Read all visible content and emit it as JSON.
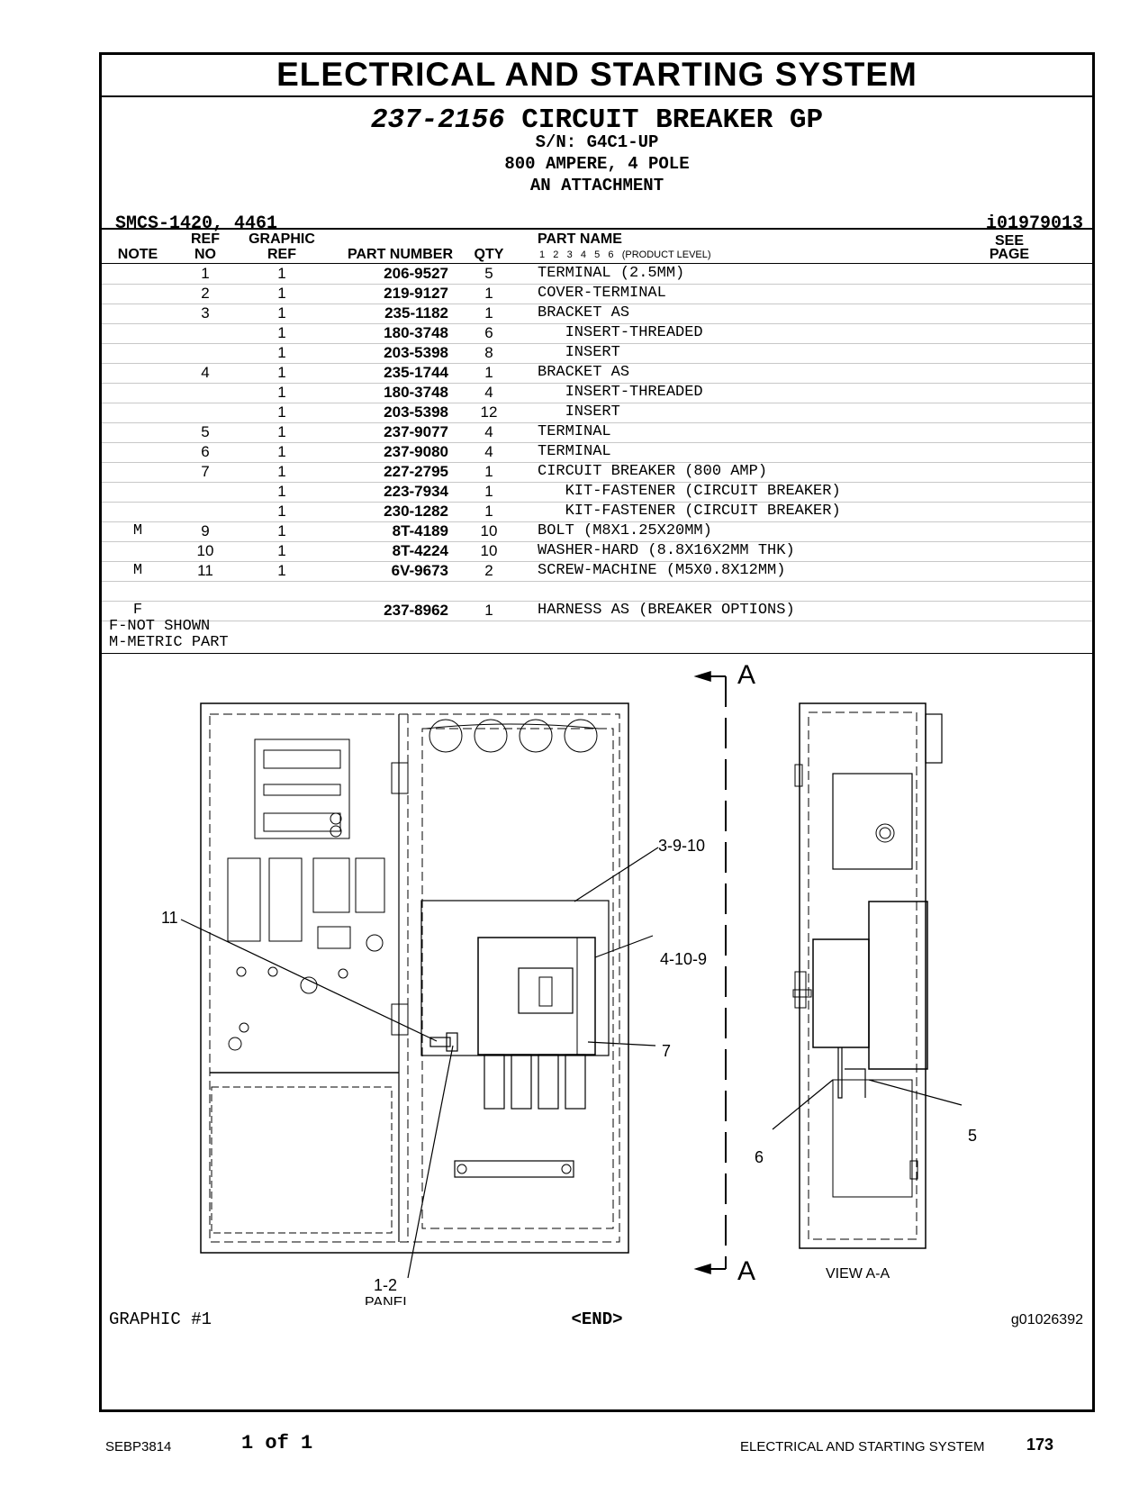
{
  "header": {
    "section_title": "ELECTRICAL AND STARTING SYSTEM",
    "group_number": "237-2156",
    "group_name": "CIRCUIT BREAKER GP",
    "serial": "S/N: G4C1-UP",
    "spec": "800 AMPERE, 4 POLE",
    "attachment": "AN ATTACHMENT",
    "smcs": "SMCS-1420, 4461",
    "ident": "i01979013"
  },
  "columns": {
    "note": "NOTE",
    "ref_top": "REF",
    "ref_bottom": "NO",
    "graphic_top": "GRAPHIC",
    "graphic_bottom": "REF",
    "part_number": "PART NUMBER",
    "qty": "QTY",
    "part_name": "PART NAME",
    "product_level": "1   2   3   4   5   6   (PRODUCT LEVEL)",
    "see_top": "SEE",
    "see_bottom": "PAGE"
  },
  "parts": [
    {
      "note": "",
      "ref": "1",
      "graphic": "1",
      "part": "206-9527",
      "qty": "5",
      "name": "TERMINAL (2.5MM)"
    },
    {
      "note": "",
      "ref": "2",
      "graphic": "1",
      "part": "219-9127",
      "qty": "1",
      "name": "COVER-TERMINAL"
    },
    {
      "note": "",
      "ref": "3",
      "graphic": "1",
      "part": "235-1182",
      "qty": "1",
      "name": "BRACKET AS"
    },
    {
      "note": "",
      "ref": "",
      "graphic": "1",
      "part": "180-3748",
      "qty": "6",
      "name": "   INSERT-THREADED"
    },
    {
      "note": "",
      "ref": "",
      "graphic": "1",
      "part": "203-5398",
      "qty": "8",
      "name": "   INSERT"
    },
    {
      "note": "",
      "ref": "4",
      "graphic": "1",
      "part": "235-1744",
      "qty": "1",
      "name": "BRACKET AS"
    },
    {
      "note": "",
      "ref": "",
      "graphic": "1",
      "part": "180-3748",
      "qty": "4",
      "name": "   INSERT-THREADED"
    },
    {
      "note": "",
      "ref": "",
      "graphic": "1",
      "part": "203-5398",
      "qty": "12",
      "name": "   INSERT"
    },
    {
      "note": "",
      "ref": "5",
      "graphic": "1",
      "part": "237-9077",
      "qty": "4",
      "name": "TERMINAL"
    },
    {
      "note": "",
      "ref": "6",
      "graphic": "1",
      "part": "237-9080",
      "qty": "4",
      "name": "TERMINAL"
    },
    {
      "note": "",
      "ref": "7",
      "graphic": "1",
      "part": "227-2795",
      "qty": "1",
      "name": "CIRCUIT BREAKER (800 AMP)"
    },
    {
      "note": "",
      "ref": "",
      "graphic": "1",
      "part": "223-7934",
      "qty": "1",
      "name": "   KIT-FASTENER (CIRCUIT BREAKER)"
    },
    {
      "note": "",
      "ref": "",
      "graphic": "1",
      "part": "230-1282",
      "qty": "1",
      "name": "   KIT-FASTENER (CIRCUIT BREAKER)"
    },
    {
      "note": "M",
      "ref": "9",
      "graphic": "1",
      "part": "8T-4189",
      "qty": "10",
      "name": "BOLT (M8X1.25X20MM)"
    },
    {
      "note": "",
      "ref": "10",
      "graphic": "1",
      "part": "8T-4224",
      "qty": "10",
      "name": "WASHER-HARD (8.8X16X2MM THK)"
    },
    {
      "note": "M",
      "ref": "11",
      "graphic": "1",
      "part": "6V-9673",
      "qty": "2",
      "name": "SCREW-MACHINE (M5X0.8X12MM)"
    },
    {
      "note": "",
      "ref": "",
      "graphic": "",
      "part": "",
      "qty": "",
      "name": ""
    },
    {
      "note": "F",
      "ref": "",
      "graphic": "",
      "part": "237-8962",
      "qty": "1",
      "name": "HARNESS AS (BREAKER OPTIONS)"
    }
  ],
  "notes": {
    "not_shown": "F-NOT SHOWN",
    "metric": "M-METRIC PART"
  },
  "drawing": {
    "view_marker_top": "A",
    "view_marker_bottom": "A",
    "callout_3_9_10": "3-9-10",
    "callout_4_10_9": "4-10-9",
    "callout_11": "11",
    "callout_7": "7",
    "callout_5": "5",
    "callout_6": "6",
    "callout_1_2": "1-2",
    "callout_panel": "PANEL",
    "view_label": "VIEW A-A"
  },
  "bottom": {
    "graphic_label": "GRAPHIC #1",
    "end": "<END>",
    "graphic_id": "g01026392"
  },
  "footer": {
    "doc_number": "SEBP3814",
    "page_of": "1 of 1",
    "section": "ELECTRICAL AND STARTING SYSTEM",
    "page_number": "173"
  }
}
